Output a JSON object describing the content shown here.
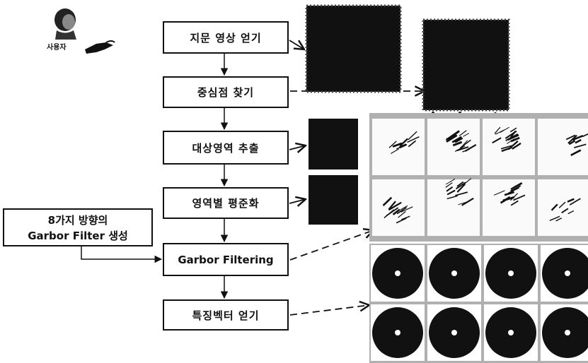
{
  "user": {
    "label": "사용자"
  },
  "steps": [
    "지문 영상 얻기",
    "중심점 찾기",
    "대상영역 추출",
    "영역별 평준화",
    "Garbor Filtering",
    "특징벡터 얻기"
  ],
  "filter_box": {
    "line1": "8가지 방향의",
    "line2": "Garbor Filter 생성"
  },
  "colors": {
    "ink": "#111111",
    "background": "#ffffff",
    "panel_gray": "#b0b0b0"
  }
}
